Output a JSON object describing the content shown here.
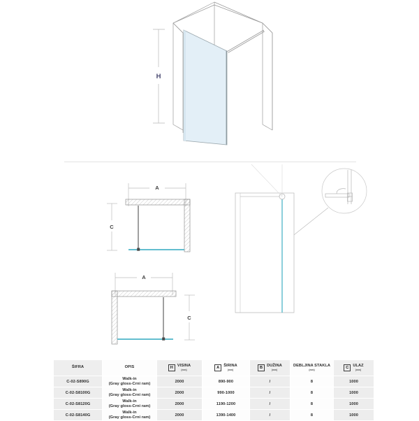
{
  "drawings": {
    "perspective": {
      "name": "walk-in-shower-perspective",
      "height_label": "H"
    },
    "plan_left": {
      "name": "plan-view-left-hand",
      "width_label": "A",
      "entry_label": "C"
    },
    "plan_right": {
      "name": "plan-view-right-hand",
      "width_label": "A",
      "entry_label": "C"
    },
    "elevation": {
      "name": "front-elevation-with-detail-callout"
    }
  },
  "table": {
    "columns": [
      {
        "badge": "",
        "label": "ŠIFRA",
        "unit": ""
      },
      {
        "badge": "",
        "label": "OPIS",
        "unit": ""
      },
      {
        "badge": "H",
        "label": "VISINA",
        "unit": "(mm)"
      },
      {
        "badge": "A",
        "label": "ŠIRINA",
        "unit": "(mm)"
      },
      {
        "badge": "B",
        "label": "DUŽINA",
        "unit": "(mm)"
      },
      {
        "badge": "",
        "label": "DEBLJINA STAKLA",
        "unit": "(mm)"
      },
      {
        "badge": "C",
        "label": "ULAZ",
        "unit": "(mm)"
      }
    ],
    "rows": [
      {
        "sifra": "C-02-S890G",
        "opis_line1": "Walk-in",
        "opis_line2": "(Gray gloss-Crni ram)",
        "visina": "2000",
        "sirina": "890-900",
        "duzina": "/",
        "debljina_stakla": "8",
        "ulaz": "1000"
      },
      {
        "sifra": "C-02-S8100G",
        "opis_line1": "Walk-in",
        "opis_line2": "(Gray gloss-Crni ram)",
        "visina": "2000",
        "sirina": "990-1000",
        "duzina": "/",
        "debljina_stakla": "8",
        "ulaz": "1000"
      },
      {
        "sifra": "C-02-S8120G",
        "opis_line1": "Walk-in",
        "opis_line2": "(Gray gloss-Crni ram)",
        "visina": "2000",
        "sirina": "1190-1200",
        "duzina": "/",
        "debljina_stakla": "8",
        "ulaz": "1000"
      },
      {
        "sifra": "C-02-S8140G",
        "opis_line1": "Walk-in",
        "opis_line2": "(Gray gloss-Crni ram)",
        "visina": "2000",
        "sirina": "1390-1400",
        "duzina": "/",
        "debljina_stakla": "8",
        "ulaz": "1000"
      }
    ]
  },
  "colors": {
    "glass_fill": "#e3eff7",
    "glass_line": "#4db5c8",
    "outline": "#8d8d8d",
    "label_navy": "#4a4a72",
    "table_gray": "#ededed",
    "table_white": "#fdfdfd"
  }
}
